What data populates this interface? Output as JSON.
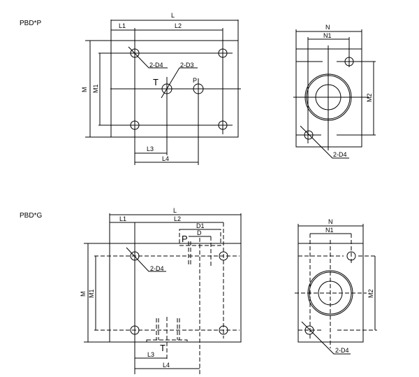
{
  "views": {
    "pbd_p": {
      "title": "PBD*P",
      "front": {
        "L": "L",
        "L1": "L1",
        "L2": "L2",
        "L3": "L3",
        "L4": "L4",
        "M": "M",
        "M1": "M1",
        "mount_holes": "2-D4",
        "port_holes": "2-D3",
        "port_T": "T",
        "port_P": "P"
      },
      "side": {
        "N": "N",
        "N1": "N1",
        "M2": "M2",
        "mount_holes": "2-D4"
      }
    },
    "pbd_g": {
      "title": "PBD*G",
      "front": {
        "L": "L",
        "L1": "L1",
        "L2": "L2",
        "L3": "L3",
        "L4": "L4",
        "M": "M",
        "M1": "M1",
        "D": "D",
        "D1": "D1",
        "mount_holes": "2-D4",
        "port_T": "T",
        "port_P": "P"
      },
      "side": {
        "N": "N",
        "N1": "N1",
        "M2": "M2",
        "mount_holes": "2-D4"
      }
    }
  }
}
